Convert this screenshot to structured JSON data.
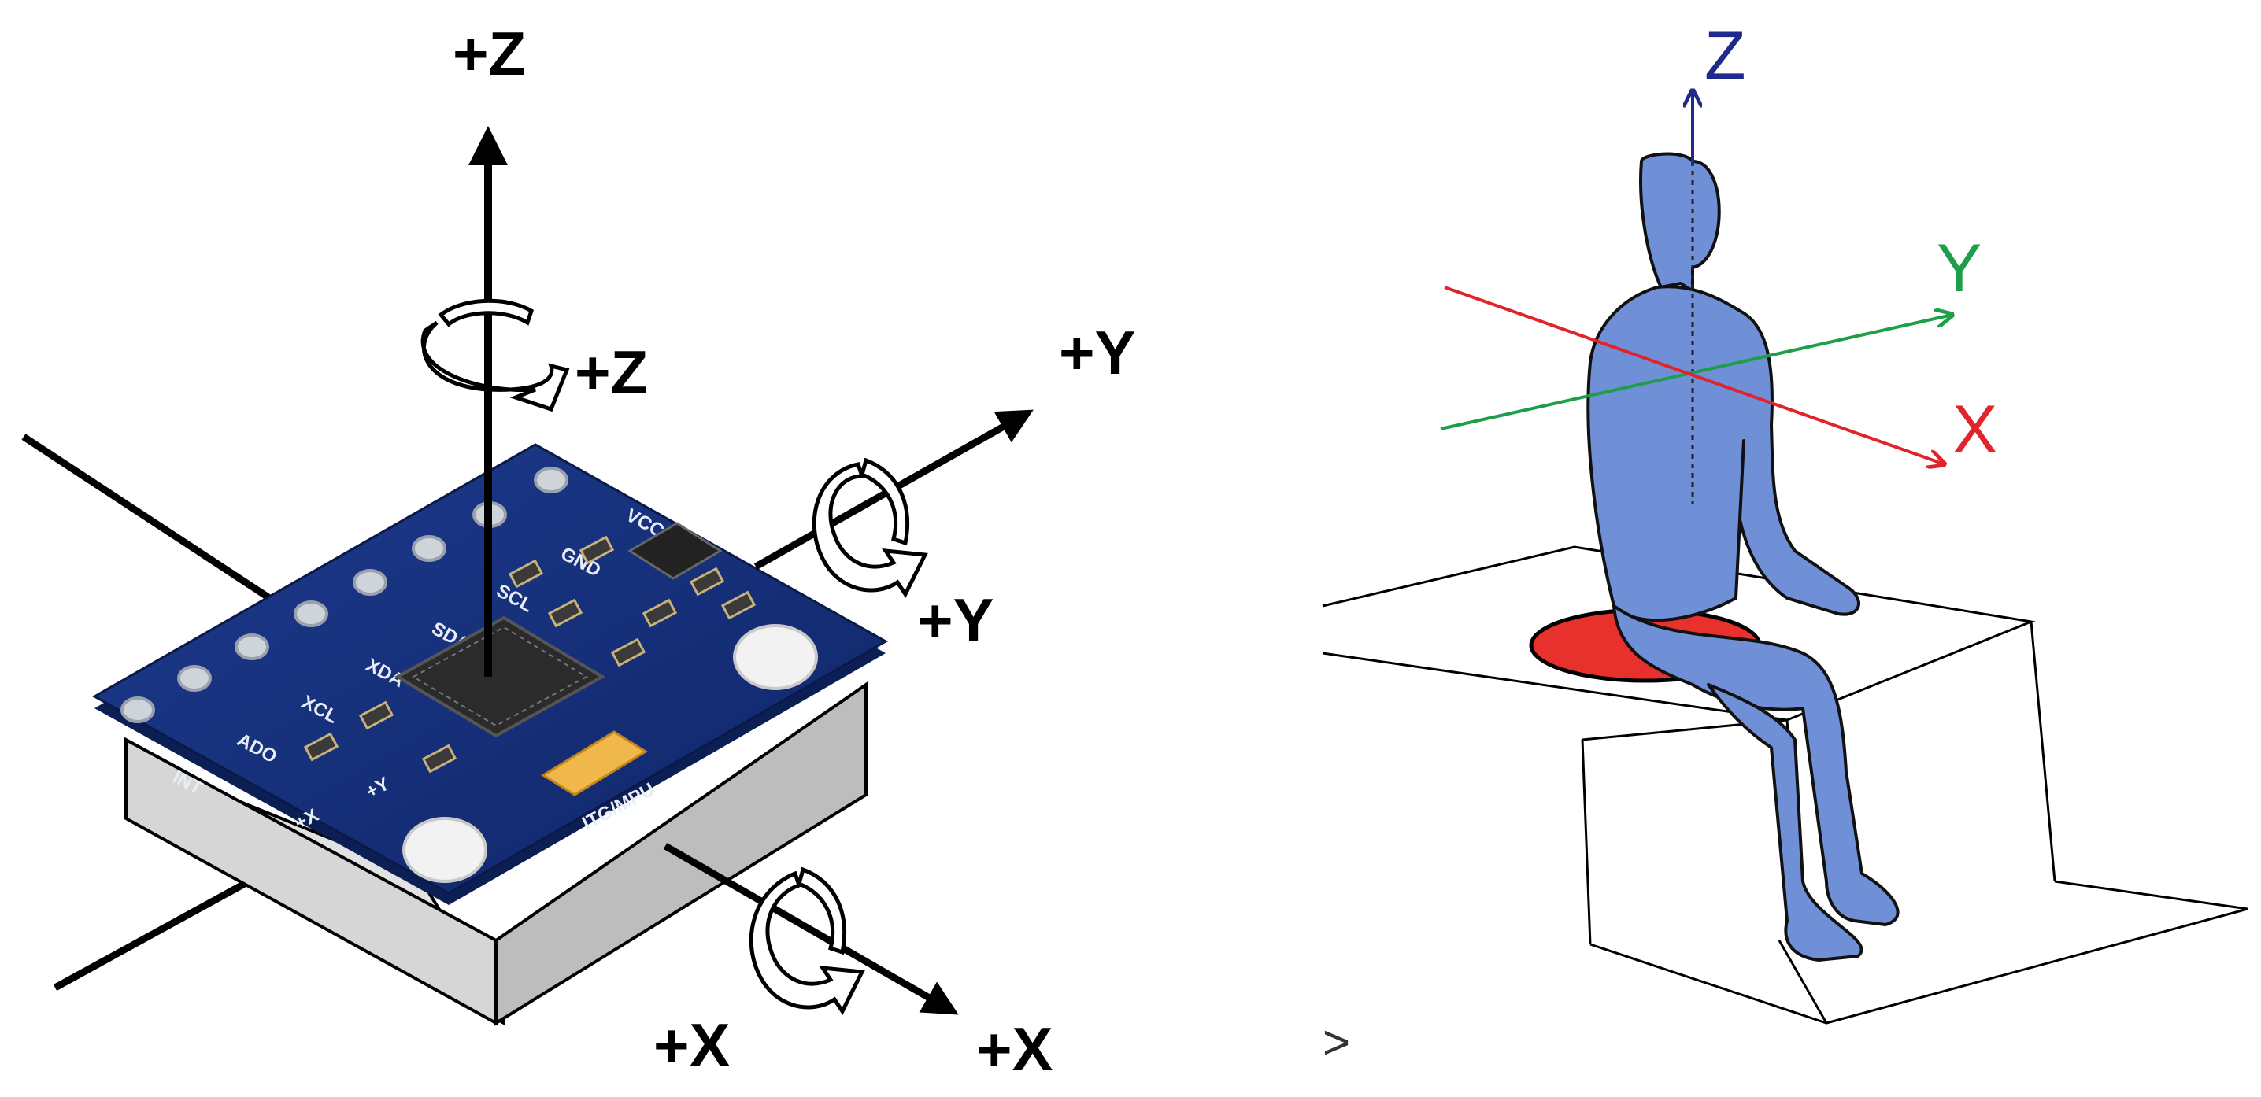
{
  "sensor_diagram": {
    "labels": {
      "z_linear": "+Z",
      "z_rotation": "+Z",
      "y_linear": "+Y",
      "y_rotation": "+Y",
      "x_rotation": "+X",
      "x_linear": "+X"
    },
    "pins": [
      "VCC",
      "GND",
      "SCL",
      "SDA",
      "XDA",
      "XCL",
      "ADO",
      "INT"
    ],
    "board_markings": {
      "chip_label": "ITG/MPU",
      "axis_marks": [
        "+X",
        "+Y"
      ]
    },
    "colors": {
      "board": "#15307a",
      "housing": "#d4d4d4",
      "axis": "#000000"
    }
  },
  "seated_figure_diagram": {
    "labels": {
      "z": "Z",
      "y": "Y",
      "x": "X"
    },
    "corner_mark": ">",
    "colors": {
      "z_axis": "#1f2a8c",
      "y_axis": "#1e9e4a",
      "x_axis": "#e0242b",
      "figure_fill": "#6f8fd6",
      "seat_pad": "#e8302c"
    }
  }
}
